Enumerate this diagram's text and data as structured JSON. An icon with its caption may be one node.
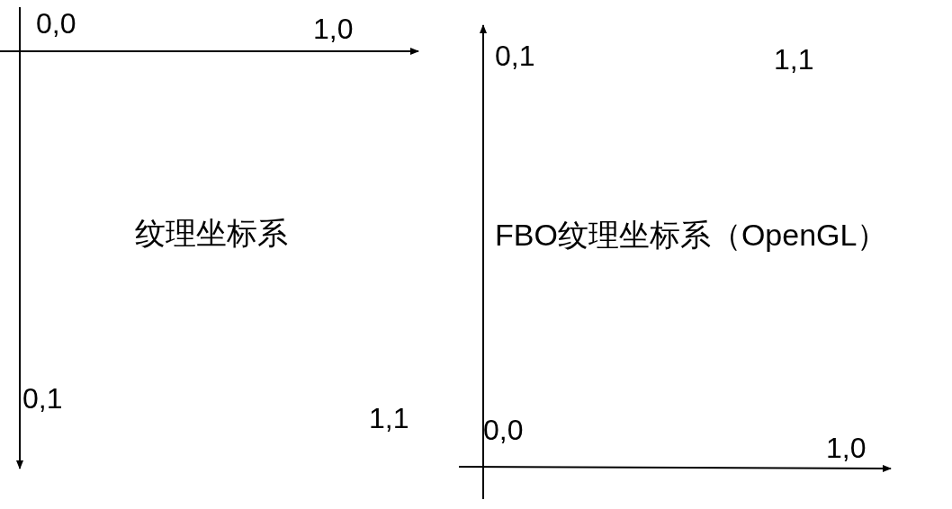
{
  "diagram": {
    "labels": [
      "0,0",
      "1,0",
      "0,1",
      "1,1",
      "纹理坐标系",
      "0,1",
      "1,1",
      "FBO纹理坐标系（OpenGL）",
      "0,0",
      "1,0"
    ]
  }
}
